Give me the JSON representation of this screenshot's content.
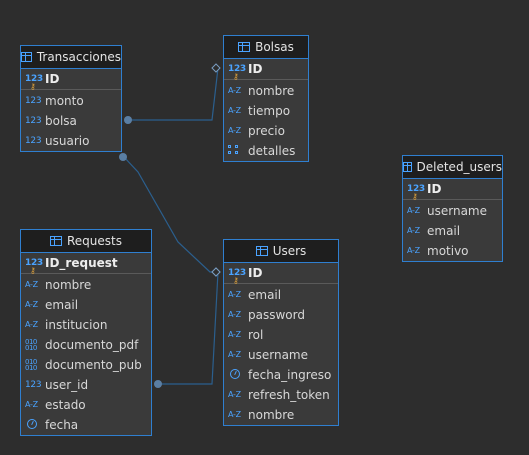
{
  "entities": {
    "transacciones": {
      "title": "Transacciones",
      "pk": {
        "name": "ID",
        "type": "number"
      },
      "columns": [
        {
          "name": "monto",
          "type": "number"
        },
        {
          "name": "bolsa",
          "type": "number"
        },
        {
          "name": "usuario",
          "type": "number"
        }
      ]
    },
    "bolsas": {
      "title": "Bolsas",
      "pk": {
        "name": "ID",
        "type": "number"
      },
      "columns": [
        {
          "name": "nombre",
          "type": "text"
        },
        {
          "name": "tiempo",
          "type": "text"
        },
        {
          "name": "precio",
          "type": "text"
        },
        {
          "name": "detalles",
          "type": "json"
        }
      ]
    },
    "deleted_users": {
      "title": "Deleted_users",
      "pk": {
        "name": "ID",
        "type": "number"
      },
      "columns": [
        {
          "name": "username",
          "type": "text"
        },
        {
          "name": "email",
          "type": "text"
        },
        {
          "name": "motivo",
          "type": "text"
        }
      ]
    },
    "requests": {
      "title": "Requests",
      "pk": {
        "name": "ID_request",
        "type": "number"
      },
      "columns": [
        {
          "name": "nombre",
          "type": "text"
        },
        {
          "name": "email",
          "type": "text"
        },
        {
          "name": "institucion",
          "type": "text"
        },
        {
          "name": "documento_pdf",
          "type": "binary"
        },
        {
          "name": "documento_pub",
          "type": "binary"
        },
        {
          "name": "user_id",
          "type": "number"
        },
        {
          "name": "estado",
          "type": "text"
        },
        {
          "name": "fecha",
          "type": "datetime"
        }
      ]
    },
    "users": {
      "title": "Users",
      "pk": {
        "name": "ID",
        "type": "number"
      },
      "columns": [
        {
          "name": "email",
          "type": "text"
        },
        {
          "name": "password",
          "type": "text"
        },
        {
          "name": "rol",
          "type": "text"
        },
        {
          "name": "username",
          "type": "text"
        },
        {
          "name": "fecha_ingreso",
          "type": "datetime"
        },
        {
          "name": "refresh_token",
          "type": "text"
        },
        {
          "name": "nombre",
          "type": "text"
        }
      ]
    }
  },
  "type_glyphs": {
    "number": "123",
    "text": "A-Z",
    "binary": "010"
  },
  "colors": {
    "background": "#2d2d2d",
    "entity_border": "#2f7fd0",
    "entity_body": "#3a3a3a",
    "entity_header": "#1e1e1e",
    "type_icon": "#4aa3ff",
    "key_icon": "#e0a23a",
    "link": "#2b5f8e"
  },
  "relations": [
    {
      "from": "transacciones.bolsa",
      "to": "bolsas.ID"
    },
    {
      "from": "transacciones.usuario",
      "to": "users.ID"
    },
    {
      "from": "requests.user_id",
      "to": "users.ID"
    }
  ]
}
